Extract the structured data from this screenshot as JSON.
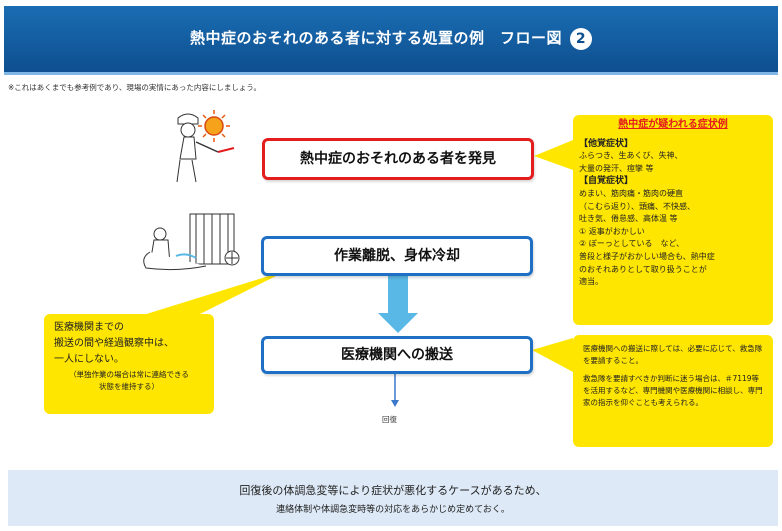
{
  "header": {
    "title": "熱中症のおそれのある者に対する処置の例　フロー図",
    "step_badge": "2"
  },
  "note": "※これはあくまでも参考例であり、現場の実情にあった内容にしましょう。",
  "flow": {
    "discover": "熱中症のおそれのある者を発見",
    "cool": "作業離脱、身体冷却",
    "transport": "医療機関への搬送"
  },
  "recovery": "回復",
  "symptoms": {
    "title": "熱中症が疑われる症状例",
    "objective_heading": "【他覚症状】",
    "objective_lines": [
      "ふらつき、生あくび、失神、",
      "大量の発汗、痙攣 等"
    ],
    "subjective_heading": "【自覚症状】",
    "subjective_lines": [
      "めまい、筋肉痛・筋肉の硬直",
      "（こむら返り）、頭痛、不快感、",
      "吐き気、倦怠感、高体温 等",
      "① 返事がおかしい",
      "② ぼーっとしている　など、",
      "普段と様子がおかしい場合も、熱中症",
      "のおそれありとして取り扱うことが",
      "適当。"
    ]
  },
  "left_callout": {
    "lines": [
      "医療機関までの",
      "搬送の間や経過観察中は、",
      "一人にしない。"
    ],
    "sub_lines": [
      "（単独作業の場合は常に連絡できる",
      "状態を維持する）"
    ]
  },
  "right_callout": {
    "para1": "医療機関への搬送に際しては、必要に応じて、救急隊を要請すること。",
    "para2": "救急隊を要請すべきか判断に迷う場合は、＃7119等を活用するなど、専門機関や医療機関に相談し、専門家の指示を仰ぐことも考えられる。"
  },
  "footer": {
    "line1": "回復後の体調急変等により症状が悪化するケースがあるため、",
    "line2": "連絡体制や体調急変時等の対応をあらかじめ定めておく。"
  },
  "colors": {
    "header_blue": "#0e4f8f",
    "alert_red": "#e31d1d",
    "flow_blue": "#1f6fc4",
    "callout_yellow": "#ffe600",
    "arrow_cyan": "#5ab8e6"
  }
}
